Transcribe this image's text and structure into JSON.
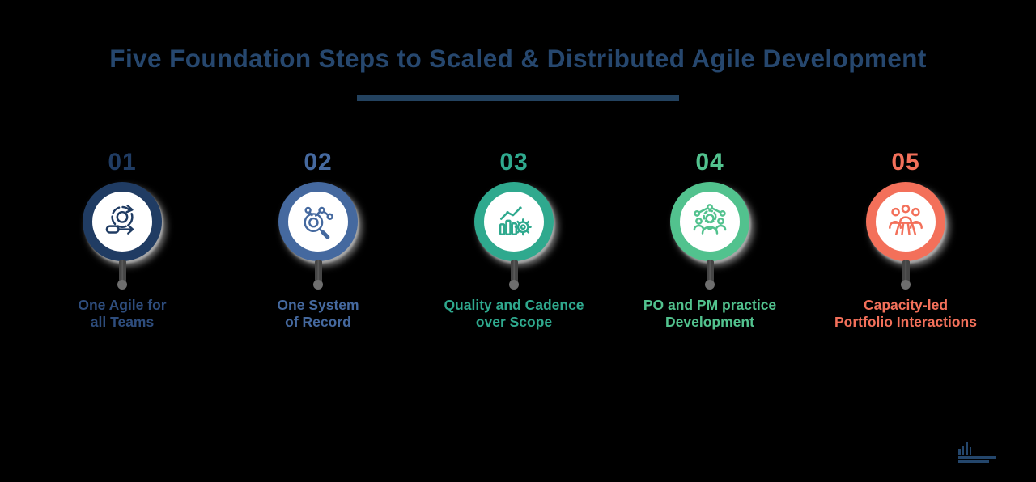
{
  "page": {
    "background_color": "#000000"
  },
  "header": {
    "title": "Five Foundation Steps to Scaled & Distributed Agile Development",
    "title_color": "#26476e",
    "underline_color": "#23425f"
  },
  "steps": [
    {
      "number": "01",
      "label_line1": "One Agile for",
      "label_line2": "all Teams",
      "color": "#203c63",
      "label_color": "#2e4d7d",
      "icon": "agile-sprint-icon"
    },
    {
      "number": "02",
      "label_line1": "One System",
      "label_line2": "of Record",
      "color": "#45699f",
      "label_color": "#45699f",
      "icon": "search-network-icon"
    },
    {
      "number": "03",
      "label_line1": "Quality and Cadence",
      "label_line2": "over Scope",
      "color": "#2fa98e",
      "label_color": "#2fa98e",
      "icon": "bar-chart-gear-icon"
    },
    {
      "number": "04",
      "label_line1": "PO and PM practice",
      "label_line2": "Development",
      "color": "#52c28e",
      "label_color": "#52c28e",
      "icon": "team-network-icon"
    },
    {
      "number": "05",
      "label_line1": "Capacity-led",
      "label_line2": "Portfolio Interactions",
      "color": "#f3705a",
      "label_color": "#f3705a",
      "icon": "meeting-table-icon"
    }
  ],
  "footer": {
    "logo_icon": "bar-chart-logo-icon",
    "logo_color": "#24466b"
  }
}
